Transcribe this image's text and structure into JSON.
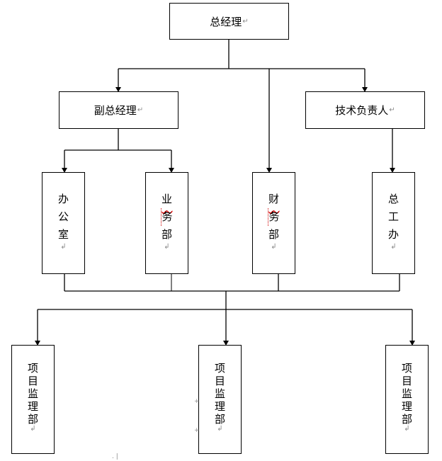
{
  "diagram": {
    "type": "org-chart",
    "paragraph_mark": "↵",
    "vertical_paragraph_mark": "↲",
    "nodes": {
      "general_manager": {
        "label": "总经理"
      },
      "deputy_manager": {
        "label": "副总经理"
      },
      "technical_lead": {
        "label": "技术负责人"
      },
      "office": {
        "chars": [
          "办",
          "公",
          "室"
        ]
      },
      "business_dept": {
        "chars": [
          "业",
          "务",
          "部"
        ],
        "spellcheck_char_index": 1
      },
      "finance_dept": {
        "chars": [
          "财",
          "务",
          "部"
        ],
        "spellcheck_char_index": 1
      },
      "chief_engineer_office": {
        "chars": [
          "总",
          "工",
          "办"
        ]
      },
      "project_supervision_1": {
        "chars": [
          "项",
          "目",
          "监",
          "理",
          "部"
        ]
      },
      "project_supervision_2": {
        "chars": [
          "项",
          "目",
          "监",
          "理",
          "部"
        ]
      },
      "project_supervision_3": {
        "chars": [
          "项",
          "目",
          "监",
          "理",
          "部"
        ]
      }
    },
    "edges": [
      [
        "general_manager",
        "deputy_manager"
      ],
      [
        "general_manager",
        "finance_dept"
      ],
      [
        "general_manager",
        "technical_lead"
      ],
      [
        "deputy_manager",
        "office"
      ],
      [
        "deputy_manager",
        "business_dept"
      ],
      [
        "technical_lead",
        "chief_engineer_office"
      ],
      [
        "level3_group",
        "project_supervision_1"
      ],
      [
        "level3_group",
        "project_supervision_2"
      ],
      [
        "level3_group",
        "project_supervision_3"
      ]
    ],
    "colors": {
      "line": "#000000",
      "paragraph_mark": "#8a8a8a",
      "spellcheck": "#d00000"
    }
  }
}
